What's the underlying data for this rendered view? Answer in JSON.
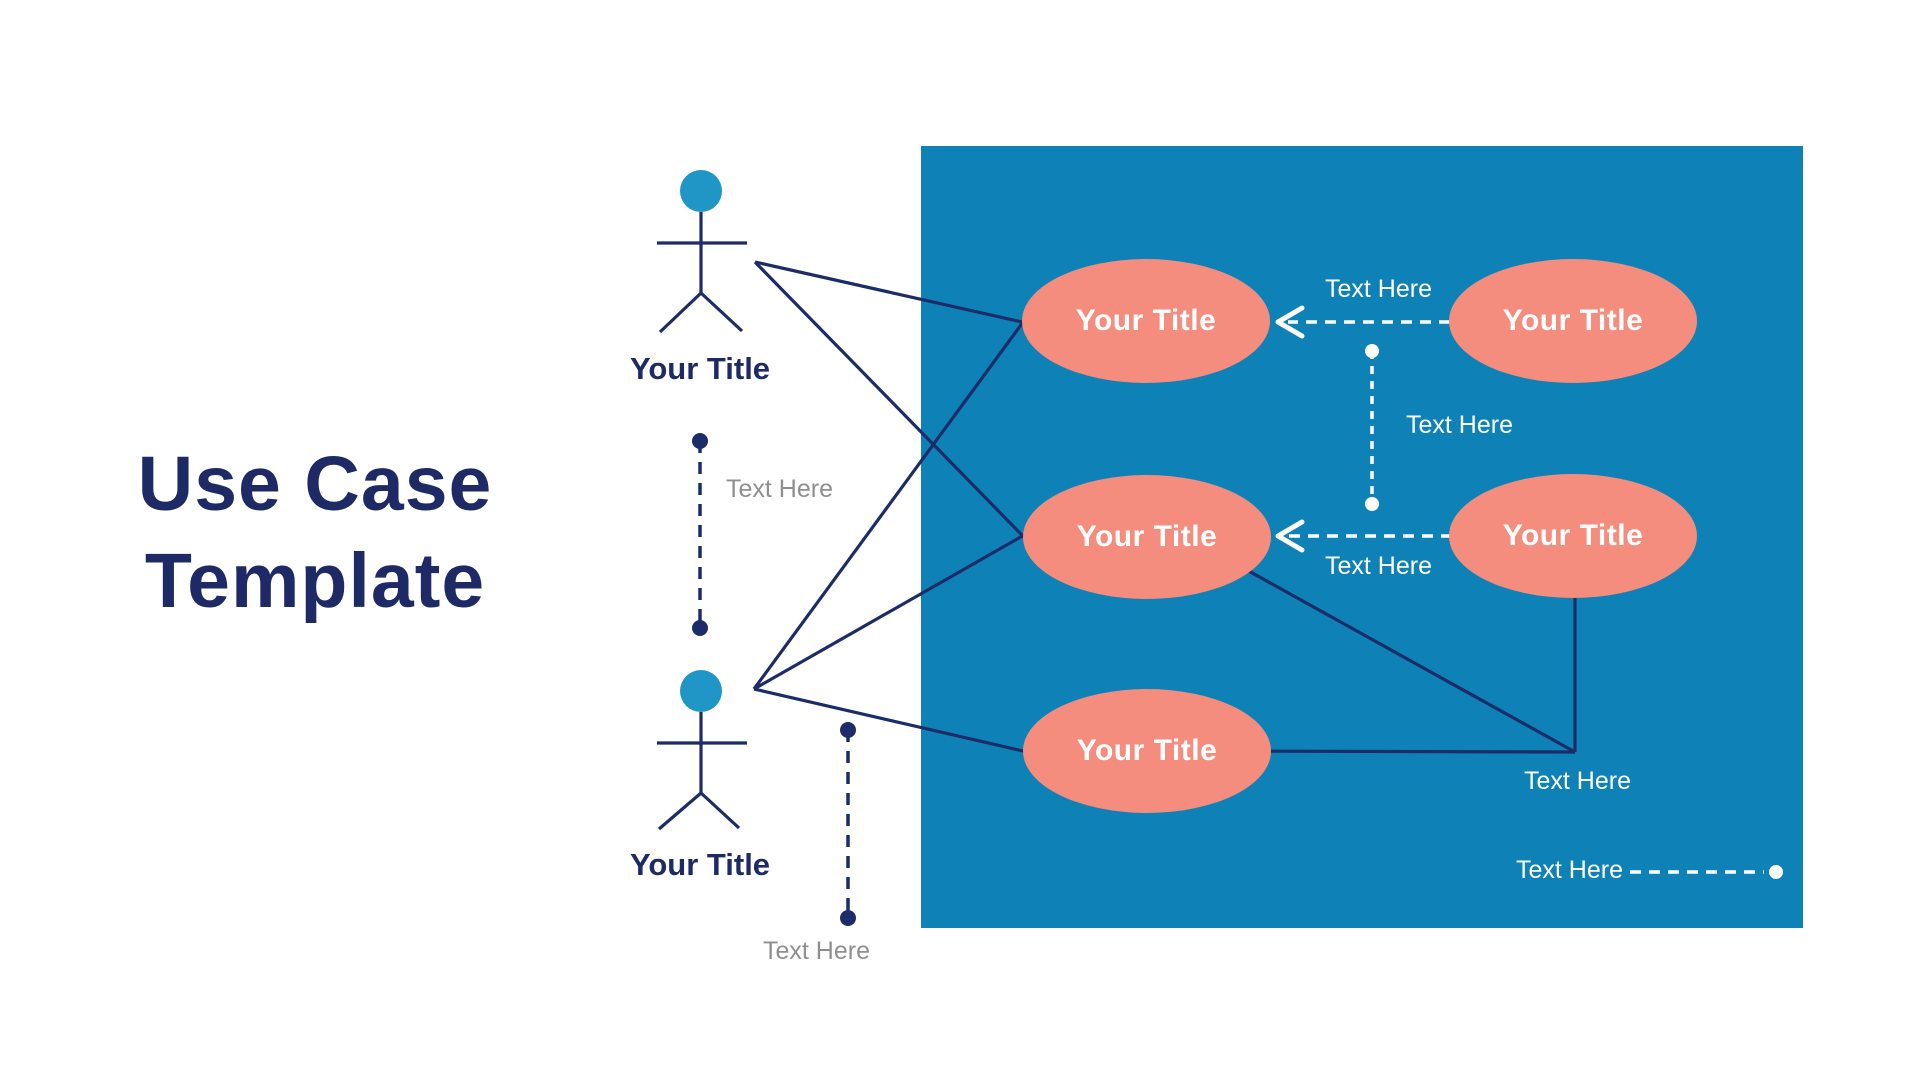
{
  "title": {
    "line1": "Use Case",
    "line2": "Template"
  },
  "actors": [
    {
      "title": "Your Title",
      "relation_label": "Text Here"
    },
    {
      "title": "Your Title",
      "relation_label": "Text Here"
    }
  ],
  "use_cases": [
    {
      "title": "Your Title"
    },
    {
      "title": "Your Title"
    },
    {
      "title": "Your Title"
    },
    {
      "title": "Your Title"
    },
    {
      "title": "Your Title"
    }
  ],
  "connector_labels": {
    "top_arrow": "Text Here",
    "vertical_link": "Text Here",
    "middle_arrow": "Text Here",
    "junction": "Text Here",
    "legend": "Text Here"
  },
  "colors": {
    "navy_text": "#1D2A66",
    "line_navy": "#1B2C69",
    "actor_head_blue": "#2096C6",
    "system_box_blue": "#0E82B6",
    "use_case_salmon": "#F48D7D",
    "muted_gray": "#8F8F8F",
    "label_white": "#FFFFFF"
  }
}
